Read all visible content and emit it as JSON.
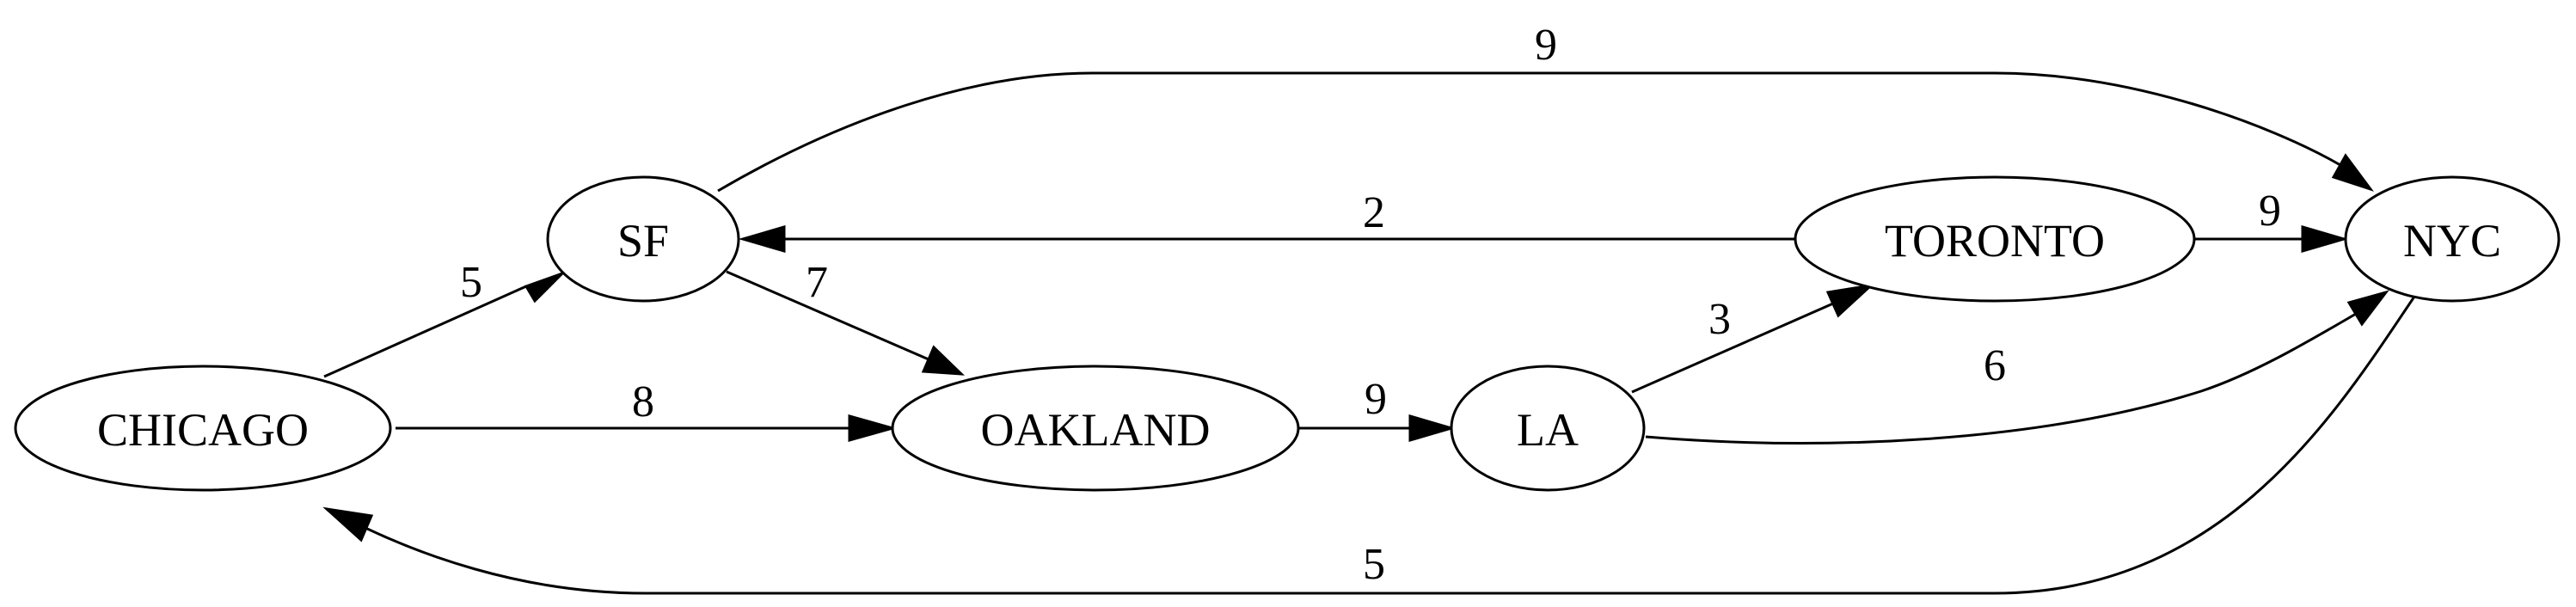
{
  "graph": {
    "nodes": [
      {
        "id": "chicago",
        "label": "CHICAGO"
      },
      {
        "id": "sf",
        "label": "SF"
      },
      {
        "id": "oakland",
        "label": "OAKLAND"
      },
      {
        "id": "la",
        "label": "LA"
      },
      {
        "id": "toronto",
        "label": "TORONTO"
      },
      {
        "id": "nyc",
        "label": "NYC"
      }
    ],
    "edges": [
      {
        "from": "chicago",
        "to": "sf",
        "weight": "5"
      },
      {
        "from": "chicago",
        "to": "oakland",
        "weight": "8"
      },
      {
        "from": "sf",
        "to": "oakland",
        "weight": "7"
      },
      {
        "from": "sf",
        "to": "nyc",
        "weight": "9"
      },
      {
        "from": "oakland",
        "to": "la",
        "weight": "9"
      },
      {
        "from": "la",
        "to": "toronto",
        "weight": "3"
      },
      {
        "from": "la",
        "to": "nyc",
        "weight": "6"
      },
      {
        "from": "toronto",
        "to": "sf",
        "weight": "2"
      },
      {
        "from": "toronto",
        "to": "nyc",
        "weight": "9"
      },
      {
        "from": "nyc",
        "to": "chicago",
        "weight": "5"
      }
    ]
  }
}
